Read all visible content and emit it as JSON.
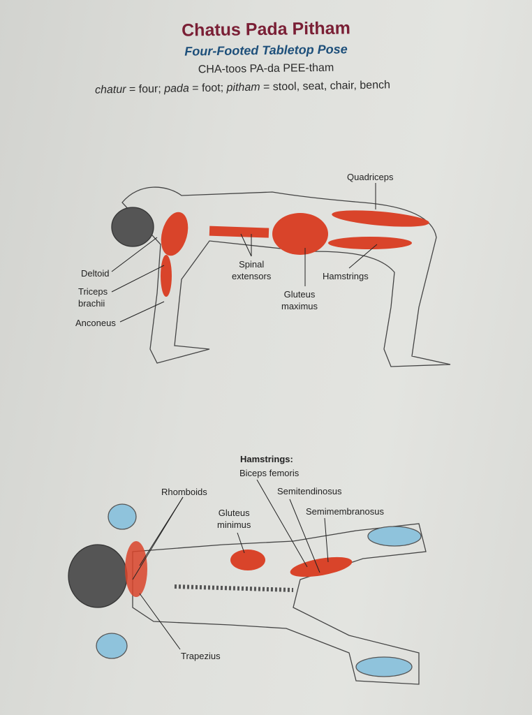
{
  "header": {
    "title": "Chatus Pada Pitham",
    "subtitle": "Four-Footed Tabletop Pose",
    "pronunciation": "CHA-toos PA-da PEE-tham",
    "translation": {
      "t1": "chatur",
      "t2": " = four; ",
      "t3": "pada",
      "t4": " = foot; ",
      "t5": "pitham",
      "t6": " = stool, seat, chair, bench"
    }
  },
  "top_figure": {
    "labels": {
      "quadriceps": "Quadriceps",
      "deltoid": "Deltoid",
      "triceps_1": "Triceps",
      "triceps_2": "brachii",
      "anconeus": "Anconeus",
      "spinal_1": "Spinal",
      "spinal_2": "extensors",
      "gluteus_1": "Gluteus",
      "gluteus_2": "maximus",
      "hamstrings": "Hamstrings"
    }
  },
  "bottom_figure": {
    "labels": {
      "hamstrings_heading": "Hamstrings:",
      "biceps_femoris": "Biceps femoris",
      "semitendinosus": "Semitendinosus",
      "semimembranosus": "Semimembranosus",
      "rhomboids": "Rhomboids",
      "gluteus_1": "Gluteus",
      "gluteus_2": "minimus",
      "trapezius": "Trapezius"
    }
  },
  "colors": {
    "title": "#7a1f35",
    "subtitle": "#1d4f7a",
    "muscle": "#d9442a",
    "palm": "#8fc3dc"
  }
}
